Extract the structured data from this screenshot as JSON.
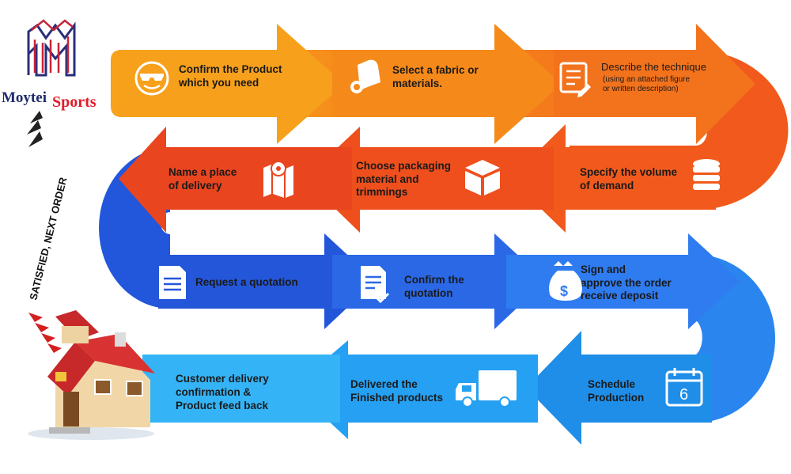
{
  "brand": {
    "name_part1": "Moytei",
    "name_part2": "Sports"
  },
  "side_label": "SATISFIED,  NEXT ORDER",
  "steps": [
    {
      "line1": "Confirm the Product",
      "line2": "which you need",
      "icon": "smiley-sunglasses-icon"
    },
    {
      "line1": "Select a fabric or",
      "line2": "materials.",
      "icon": "fabric-roll-icon"
    },
    {
      "line1": "Describe the technique",
      "line2": "(using an attached figure",
      "line3": "or written description)",
      "icon": "document-pen-icon"
    },
    {
      "line1": "Specify the volume",
      "line2": "of demand",
      "icon": "coin-stack-icon"
    },
    {
      "line1": "Choose packaging",
      "line2": "material and",
      "line3": "trimmings",
      "icon": "package-box-icon"
    },
    {
      "line1": "Name a place",
      "line2": "of delivery",
      "icon": "map-pin-icon"
    },
    {
      "line1": "Request a quotation",
      "icon": "document-icon"
    },
    {
      "line1": "Confirm the",
      "line2": "quotation",
      "icon": "document-check-icon"
    },
    {
      "line1": "Sign and",
      "line2": "approve the order",
      "line3": "receive deposit",
      "icon": "money-bag-icon"
    },
    {
      "line1": "Schedule",
      "line2": "Production",
      "icon": "calendar-icon",
      "calendar_day": "6"
    },
    {
      "line1": "Delivered the",
      "line2": "Finished products",
      "icon": "truck-icon"
    },
    {
      "line1": "Customer delivery",
      "line2": "confirmation &",
      "line3": "Product feed back",
      "icon": "house-icon"
    }
  ],
  "colors": {
    "row1_start": "#f7a21b",
    "row1_end": "#f26a1b",
    "row2_start": "#f1561c",
    "row2_end": "#e8401f",
    "row3_start": "#1f4fd6",
    "row3_end": "#2f7ff2",
    "row4_start": "#2aa5f5",
    "row4_end": "#1e8fe8"
  }
}
